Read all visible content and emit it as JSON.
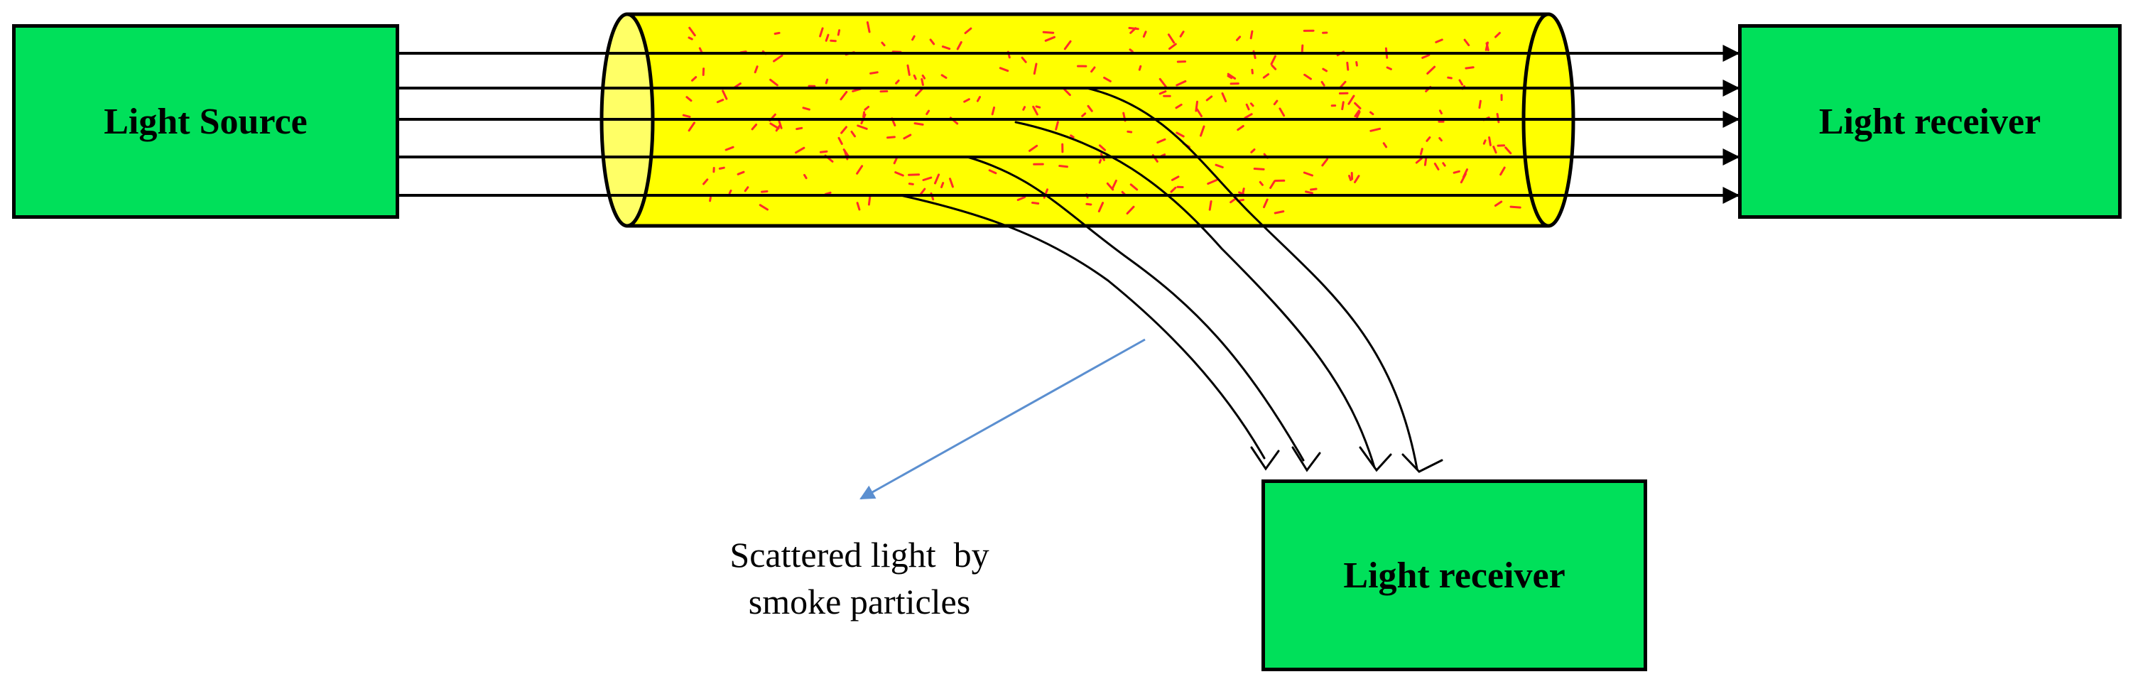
{
  "boxes": {
    "light_source": "Light Source",
    "light_receiver_main": "Light receiver",
    "light_receiver_scatter": "Light receiver"
  },
  "annotation": {
    "line1": "Scattered light  by",
    "line2": "smoke particles"
  },
  "colors": {
    "box_fill": "#00E05A",
    "chamber_fill": "#FFFF00",
    "particles": "#FF2A2A",
    "pointer": "#5B8FD0",
    "stroke": "#000000"
  }
}
